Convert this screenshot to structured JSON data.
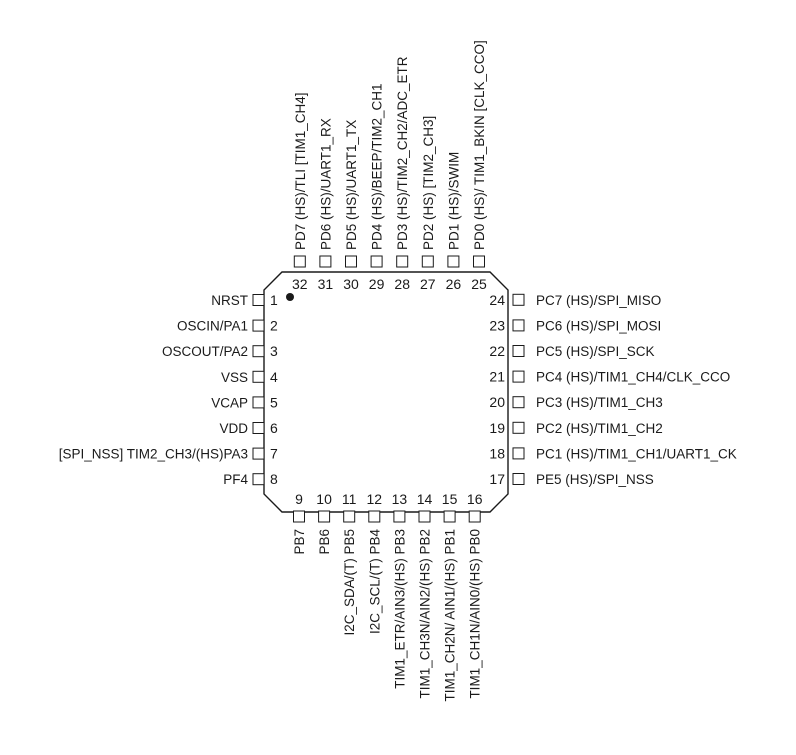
{
  "chip": {
    "pins": [
      {
        "num": "1",
        "label": "NRST"
      },
      {
        "num": "2",
        "label": "OSCIN/PA1"
      },
      {
        "num": "3",
        "label": "OSCOUT/PA2"
      },
      {
        "num": "4",
        "label": "VSS"
      },
      {
        "num": "5",
        "label": "VCAP"
      },
      {
        "num": "6",
        "label": "VDD"
      },
      {
        "num": "7",
        "label": "[SPI_NSS] TIM2_CH3/(HS)PA3"
      },
      {
        "num": "8",
        "label": "PF4"
      },
      {
        "num": "9",
        "label": "PB7"
      },
      {
        "num": "10",
        "label": "PB6"
      },
      {
        "num": "11",
        "label": "I2C_SDA/(T) PB5"
      },
      {
        "num": "12",
        "label": "I2C_SCL/(T) PB4"
      },
      {
        "num": "13",
        "label": "TIM1_ETR/AIN3/(HS) PB3"
      },
      {
        "num": "14",
        "label": "TIM1_CH3N/AIN2/(HS) PB2"
      },
      {
        "num": "15",
        "label": "TIM1_CH2N/ AIN1/(HS) PB1"
      },
      {
        "num": "16",
        "label": "TIM1_CH1N/AIN0/(HS) PB0"
      },
      {
        "num": "17",
        "label": "PE5 (HS)/SPI_NSS"
      },
      {
        "num": "18",
        "label": "PC1 (HS)/TIM1_CH1/UART1_CK"
      },
      {
        "num": "19",
        "label": "PC2 (HS)/TIM1_CH2"
      },
      {
        "num": "20",
        "label": "PC3 (HS)/TIM1_CH3"
      },
      {
        "num": "21",
        "label": "PC4 (HS)/TIM1_CH4/CLK_CCO"
      },
      {
        "num": "22",
        "label": "PC5 (HS)/SPI_SCK"
      },
      {
        "num": "23",
        "label": "PC6 (HS)/SPI_MOSI"
      },
      {
        "num": "24",
        "label": "PC7 (HS)/SPI_MISO"
      },
      {
        "num": "25",
        "label": "PD0 (HS)/ TIM1_BKIN [CLK_CCO]"
      },
      {
        "num": "26",
        "label": "PD1 (HS)/SWIM"
      },
      {
        "num": "27",
        "label": "PD2 (HS) [TIM2_CH3]"
      },
      {
        "num": "28",
        "label": "PD3 (HS)/TIM2_CH2/ADC_ETR"
      },
      {
        "num": "29",
        "label": "PD4 (HS)/BEEP/TIM2_CH1"
      },
      {
        "num": "30",
        "label": "PD5 (HS)/UART1_TX"
      },
      {
        "num": "31",
        "label": "PD6 (HS)/UART1_RX"
      },
      {
        "num": "32",
        "label": "PD7 (HS)/TLI [TIM1_CH4]"
      }
    ]
  }
}
